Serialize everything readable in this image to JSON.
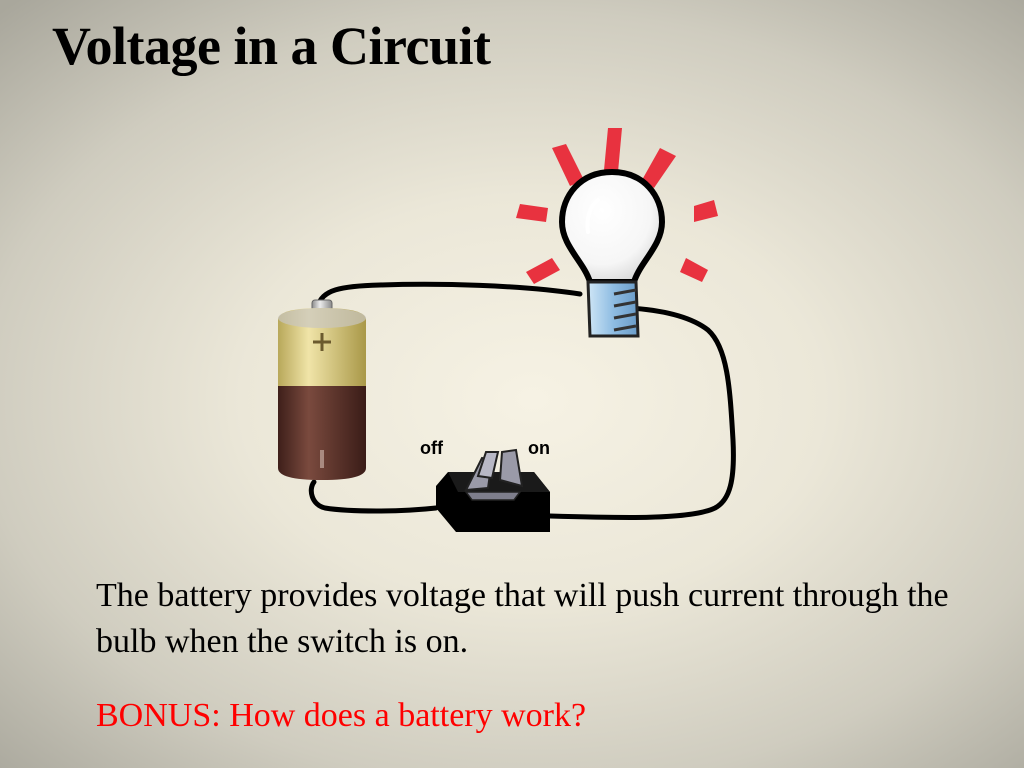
{
  "slide": {
    "title": "Voltage in a Circuit",
    "body": "The battery provides voltage that will push current through the bulb when the switch is on.",
    "bonus": "BONUS: How does a battery work?"
  },
  "diagram": {
    "battery": {
      "positive_symbol": "+",
      "negative_symbol": "I"
    },
    "switch": {
      "off_label": "off",
      "on_label": "on"
    }
  },
  "colors": {
    "bonus_text": "#ff0000",
    "wire": "#000000",
    "bulb_rays": "#e8323f",
    "battery_top": "#d9c97a",
    "battery_bottom": "#5a2e26",
    "bulb_base": "#9cc6e8"
  },
  "icons": [
    "battery-icon",
    "light-bulb-icon",
    "toggle-switch-icon",
    "light-ray-icon"
  ]
}
